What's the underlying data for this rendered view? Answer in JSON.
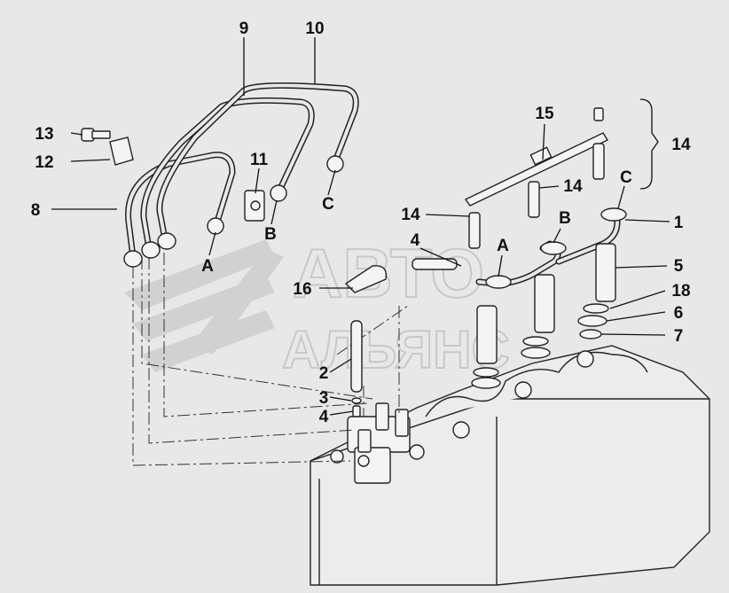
{
  "watermark": {
    "line1": "АВТО",
    "line2": "АЛЬЯНС"
  },
  "callouts": [
    {
      "id": "c9",
      "text": "9"
    },
    {
      "id": "c10",
      "text": "10"
    },
    {
      "id": "c13",
      "text": "13"
    },
    {
      "id": "c12",
      "text": "12"
    },
    {
      "id": "c8",
      "text": "8"
    },
    {
      "id": "c11",
      "text": "11"
    },
    {
      "id": "cA1",
      "text": "A"
    },
    {
      "id": "cB1",
      "text": "B"
    },
    {
      "id": "cC1",
      "text": "C"
    },
    {
      "id": "c15",
      "text": "15"
    },
    {
      "id": "c14a",
      "text": "14"
    },
    {
      "id": "c14b",
      "text": "14"
    },
    {
      "id": "c14c",
      "text": "14"
    },
    {
      "id": "cC2",
      "text": "C"
    },
    {
      "id": "cB2",
      "text": "B"
    },
    {
      "id": "c1",
      "text": "1"
    },
    {
      "id": "c4a",
      "text": "4"
    },
    {
      "id": "cA2",
      "text": "A"
    },
    {
      "id": "c5",
      "text": "5"
    },
    {
      "id": "c16",
      "text": "16"
    },
    {
      "id": "c18",
      "text": "18"
    },
    {
      "id": "c6",
      "text": "6"
    },
    {
      "id": "c7",
      "text": "7"
    },
    {
      "id": "c2",
      "text": "2"
    },
    {
      "id": "c3",
      "text": "3"
    },
    {
      "id": "c4b",
      "text": "4"
    }
  ]
}
